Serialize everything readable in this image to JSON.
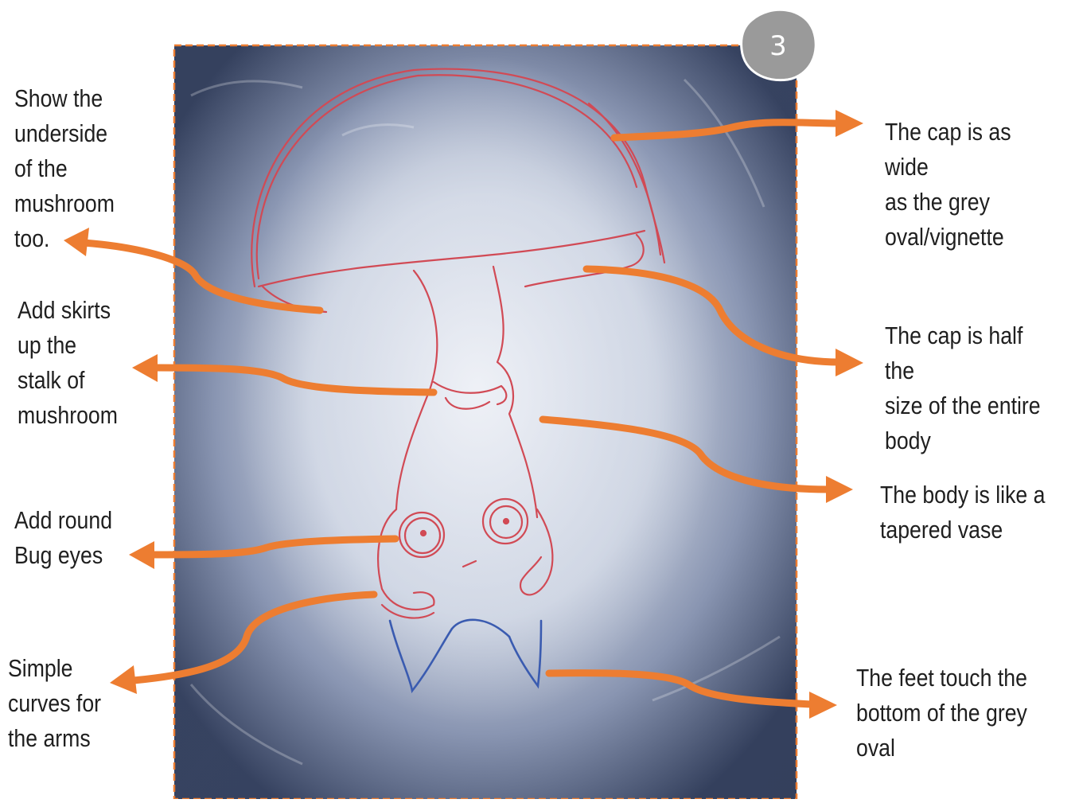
{
  "step_badge": {
    "number": "3"
  },
  "annotations": {
    "left": [
      {
        "text": "Show the\nunderside\nof the\nmushroom\ntoo."
      },
      {
        "text": "Add skirts\nup the\nstalk of\nmushroom"
      },
      {
        "text": "Add round\nBug eyes"
      },
      {
        "text": "Simple\ncurves for\nthe arms"
      }
    ],
    "right": [
      {
        "text": "The cap is as wide\nas the grey\noval/vignette"
      },
      {
        "text": "The cap is half the\nsize of the entire\nbody"
      },
      {
        "text": "The body is like a\ntapered vase"
      },
      {
        "text": "The feet touch the\nbottom of the grey\noval"
      }
    ]
  },
  "colors": {
    "arrow": "#ED7D31",
    "frame_border": "#ED7D31",
    "canvas_dark": "#2e3a55",
    "canvas_mid": "#6c7a9a",
    "vignette_light": "#dfe4ee",
    "sketch_red": "#d14a55",
    "sketch_blue": "#3a5bb0",
    "badge_fill": "#9a9a9a",
    "text": "#1f1f1f"
  }
}
